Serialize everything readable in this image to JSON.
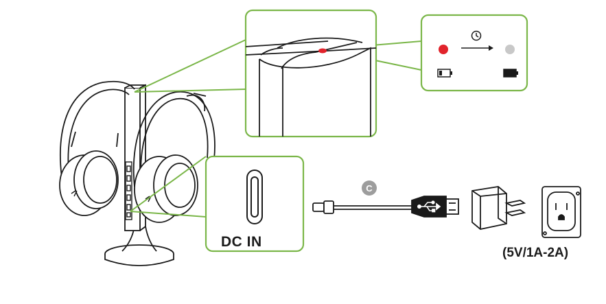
{
  "labels": {
    "dc_in": "DC IN",
    "power_spec": "(5V/1A-2A)",
    "step": "C"
  },
  "colors": {
    "callout_border": "#7ab648",
    "led_red": "#e1232b",
    "led_grey": "#c8c8c8",
    "line_art": "#1a1a1a",
    "badge": "#9d9d9d"
  },
  "icons": [
    "clock-icon",
    "arrow-right-icon",
    "battery-low-icon",
    "battery-full-icon",
    "usb-icon"
  ]
}
